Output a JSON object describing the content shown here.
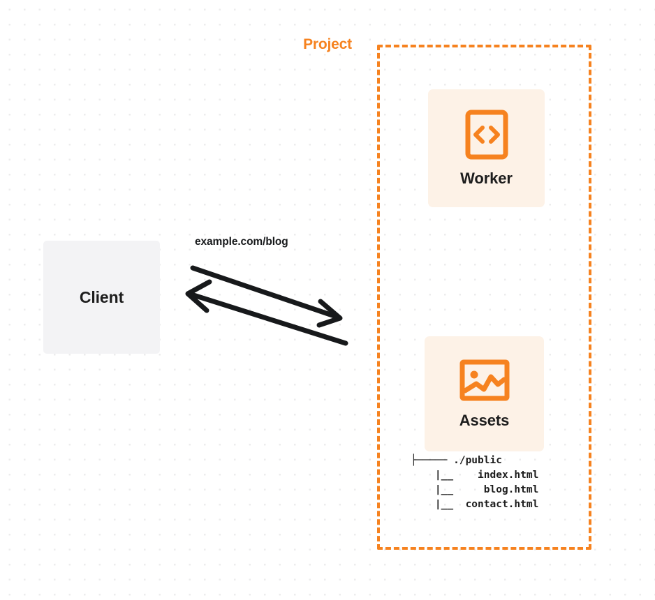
{
  "diagram": {
    "title": "Project request flow diagram",
    "colors": {
      "accent_orange": "#f6821f",
      "card_background": "#fdf2e7",
      "client_background": "#f3f3f5",
      "text_dark": "#1d1d1d",
      "grid_dot": "#ececed",
      "page_background": "#ffffff"
    }
  },
  "client": {
    "label": "Client"
  },
  "connection": {
    "label": "example.com/blog",
    "request_direction": "client-to-project",
    "response_direction": "project-to-client"
  },
  "project": {
    "title": "Project",
    "nodes": [
      {
        "id": "worker",
        "label": "Worker",
        "icon": "code-brackets-icon"
      },
      {
        "id": "assets",
        "label": "Assets",
        "icon": "image-icon"
      }
    ]
  },
  "file_tree": {
    "lines": [
      "├───── ./public",
      "    |__    index.html",
      "    |__     blog.html",
      "    |__  contact.html"
    ],
    "root": "./public",
    "files": [
      "index.html",
      "blog.html",
      "contact.html"
    ]
  }
}
